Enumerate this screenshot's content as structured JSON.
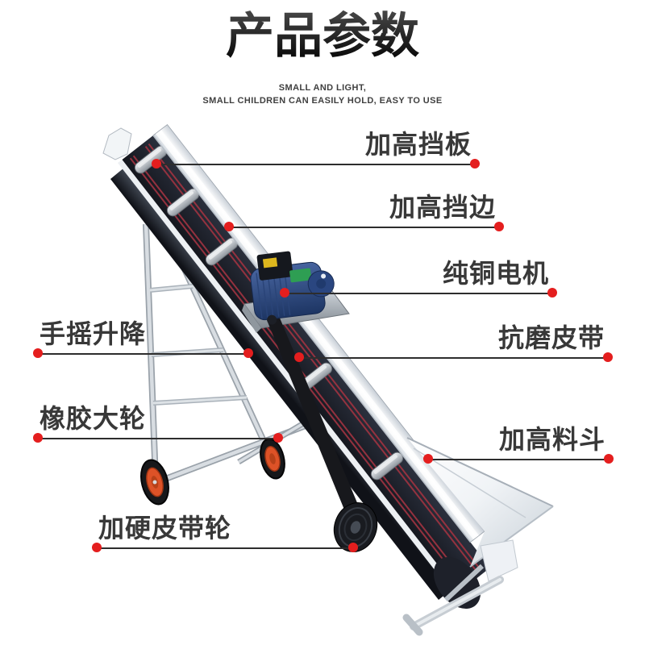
{
  "header": {
    "title": "产品参数",
    "subtitle_line1": "SMALL AND LIGHT,",
    "subtitle_line2": "SMALL CHILDREN CAN EASILY HOLD, EASY TO USE"
  },
  "callouts": [
    {
      "id": "raised-baffle",
      "label": "加高挡板",
      "side": "right"
    },
    {
      "id": "raised-edge",
      "label": "加高挡边",
      "side": "right"
    },
    {
      "id": "copper-motor",
      "label": "纯铜电机",
      "side": "right"
    },
    {
      "id": "wear-belt",
      "label": "抗磨皮带",
      "side": "right"
    },
    {
      "id": "raised-hopper",
      "label": "加高料斗",
      "side": "right"
    },
    {
      "id": "hand-crank",
      "label": "手摇升降",
      "side": "left"
    },
    {
      "id": "rubber-wheel",
      "label": "橡胶大轮",
      "side": "left"
    },
    {
      "id": "hardened-pulley",
      "label": "加硬皮带轮",
      "side": "left"
    }
  ],
  "illustration": {
    "subject": "inclined belt conveyor machine",
    "parts": [
      "belt",
      "side rails",
      "cleats",
      "motor",
      "drive v-belt",
      "pulley",
      "support frame",
      "rubber wheels",
      "hopper"
    ]
  },
  "colors": {
    "accent_red": "#e41e1e",
    "leader_line": "#2d2d2d",
    "label_text": "#383838",
    "title_text": "#1a1a1a",
    "belt_dark": "#1d222c",
    "belt_stripe": "#9b3340",
    "motor_blue": "#2c4a85",
    "wheel_orange": "#dd5227",
    "frame_silver": "#c9cfd5",
    "hopper_white": "#f2f5f8"
  }
}
